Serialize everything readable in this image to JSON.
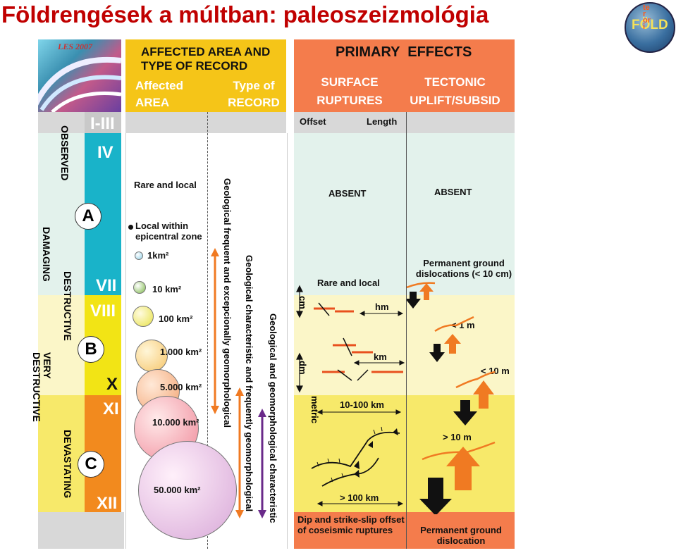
{
  "title": "Földrengések a múltban: paleoszeizmológia",
  "logo": {
    "text": "FÖLD",
    "side_letters": "ter ori"
  },
  "corner_image": {
    "label": "LES 2007"
  },
  "header": {
    "affected_title": "AFFECTED AREA AND TYPE OF RECORD",
    "affected_area": "Affected AREA",
    "type_of_record": "Type of RECORD",
    "primary_effects": "PRIMARY  EFFECTS",
    "surface_ruptures": "SURFACE RUPTURES",
    "tectonic": "TECTONIC UPLIFT/SUBSID"
  },
  "subheader": {
    "offset": "Offset",
    "length": "Length"
  },
  "damage_labels": {
    "observed": "OBSERVED",
    "damaging": "DAMAGING",
    "destructive": "DESTRUCTIVE",
    "very_destructive": "VERY DESTRUCTIVE",
    "devastating": "DEVASTATING"
  },
  "intensity": [
    "I-III",
    "IV",
    "VII",
    "VIII",
    "X",
    "XI",
    "XII"
  ],
  "zones": [
    "A",
    "B",
    "C"
  ],
  "area_texts": {
    "rare_local": "Rare and local",
    "local_within": "Local within epicentral zone"
  },
  "area_circles": [
    "1km²",
    "10 km²",
    "100 km²",
    "1.000 km²",
    "5.000 km²",
    "10.000 km²",
    "50.000 km²"
  ],
  "record_lines": [
    "Geological frequent  and excepcionally geomorphological",
    "Geological characteristic and frequently geomorphological",
    "Geological and geomorphological characteristic"
  ],
  "surface": {
    "absent": "ABSENT",
    "rare_local": "Rare and local",
    "cm": "cm",
    "dm": "dm",
    "metric": "metric",
    "hm": "hm",
    "km": "km",
    "range_10_100": "10-100 km",
    "over_100": "> 100 km",
    "footer": "Dip and strike-slip offset of coseismic ruptures"
  },
  "tectonic_col": {
    "absent": "ABSENT",
    "permanent": "Permanent ground dislocations (< 10 cm)",
    "lt_1m": "< 1 m",
    "lt_10m": "< 10 m",
    "gt_10m": "> 10 m",
    "footer": "Permanent ground dislocation"
  },
  "colors": {
    "title": "#c00000",
    "yellow_header": "#f5c518",
    "orange_header": "#f47c4c",
    "cyan_bar": "#19b3c9",
    "yellow_bar": "#f2e415",
    "orange_bar": "#f28a1e",
    "pale_green": "#e3f2ec",
    "pale_yellow": "#fbf6c8",
    "yellow_zone": "#f7e96a",
    "arrow_orange": "#f07a22",
    "arrow_purple": "#6a2a8a"
  }
}
